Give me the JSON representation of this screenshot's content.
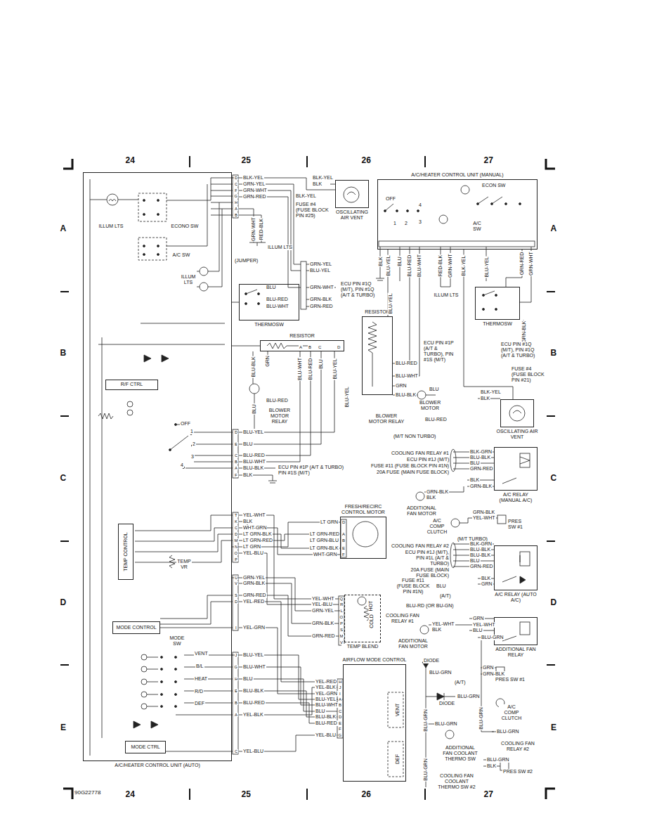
{
  "diagram": {
    "nodes": [
      {
        "text": [
          "A/C/HEATER CONTROL UNIT (AUTO)"
        ]
      },
      {
        "text": [
          "R/F CTRL"
        ],
        "in": 0
      },
      {
        "text": [
          "TEMP CONTROL"
        ],
        "in": 0
      },
      {
        "text": [
          "MODE CONTROL"
        ],
        "in": 0
      },
      {
        "text": [
          "MODE CTRL"
        ],
        "in": 0
      },
      {
        "text": [
          "OSCILLATING AIR VENT"
        ]
      },
      {
        "text": [
          "THERMOSW"
        ]
      },
      {
        "text": [
          "RESISTOR"
        ]
      },
      {
        "text": [
          "A/C/HEATER CONTROL UNIT (MANUAL)"
        ]
      },
      {
        "text": [
          "RESISTOR"
        ]
      },
      {
        "text": [
          "THERMOSW"
        ]
      },
      {
        "text": [
          "OSCILLATING AIR VENT"
        ]
      },
      {
        "text": [
          "A/C RELAY (MANUAL A/C)"
        ]
      },
      {
        "text": [
          "FRESH/RECIRC CONTROL MOTOR"
        ]
      },
      {
        "text": [
          "A/C RELAY (AUTO A/C)"
        ]
      },
      {
        "text": [
          "TEMP BLEND"
        ]
      },
      {
        "text": [
          "ADDITIONAL FAN RELAY"
        ]
      },
      {
        "text": [
          "AIRFLOW MODE CONTROL"
        ]
      }
    ],
    "edges": [
      {
        "from": 0,
        "to": 5,
        "arrow": "none"
      },
      {
        "from": 0,
        "to": 6,
        "arrow": "none"
      },
      {
        "from": 0,
        "to": 7,
        "arrow": "none"
      },
      {
        "from": 0,
        "to": 13,
        "arrow": "none"
      },
      {
        "from": 0,
        "to": 15,
        "arrow": "none"
      },
      {
        "from": 0,
        "to": 17,
        "arrow": "none"
      },
      {
        "from": 8,
        "to": 9,
        "arrow": "none"
      },
      {
        "from": 8,
        "to": 10,
        "arrow": "none"
      },
      {
        "from": 8,
        "to": 11,
        "arrow": "none"
      }
    ],
    "labels": [
      "24",
      "25",
      "26",
      "27",
      "24",
      "25",
      "26",
      "27",
      "A",
      "B",
      "C",
      "D",
      "E",
      "A",
      "B",
      "C",
      "D",
      "E",
      "90G22778",
      "ILLUM LTS",
      "ECONO SW",
      "A/C SW",
      "ILLUM LTS",
      "OFF",
      "1",
      "2",
      "3",
      "4",
      "TEMP VR",
      "MODE SW",
      "VENT",
      "B/L",
      "HEAT",
      "R/D",
      "DEF",
      "D",
      "C",
      "F",
      "G",
      "H",
      "A",
      "B",
      "D",
      "E",
      "C",
      "B",
      "A",
      "F",
      "T",
      "K",
      "C",
      "D",
      "M",
      "N",
      "O",
      "P",
      "U",
      "V",
      "S",
      "D",
      "I",
      "J",
      "G",
      "H",
      "E",
      "B",
      "A",
      "C",
      "BLK-YEL",
      "GRN-YEL",
      "GRN-WHT",
      "GRN-RED",
      "BLU-YEL",
      "BLU",
      "BLU-RED",
      "BLU-WHT",
      "BLU-BLK",
      "BLK",
      "YEL-WHT",
      "BLK",
      "WHT-GRN",
      "LT GRN-BLK",
      "LT GRN-RED",
      "LT GRN",
      "YEL-BLU",
      "GRN-YEL",
      "GRN-BLK",
      "GRN-RED",
      "YEL-RED",
      "YEL-GRN",
      "BLU-YEL",
      "BLU-WHT",
      "BLU",
      "BLU-BLK",
      "BLU-RED",
      "YEL-BLK",
      "YEL-BLU",
      "BLK-YEL",
      "BLK",
      "BLK-YEL",
      "FUSE #4 (FUSE BLOCK PIN #25)",
      "GRN-WHT",
      "RED-BLK",
      "ILLUM LTS",
      "(JUMPER)",
      "GRN-YEL",
      "BLU-YEL",
      "BLU",
      "GRN-WHT",
      "BLU-RED",
      "GRN-BLK",
      "BLU-WHT",
      "GRN-RED",
      "ECU PIN #1Q (M/T), PIN #1Q (A/T & TURBO)",
      "A",
      "B",
      "C",
      "D",
      "BLU-BLK",
      "GRN",
      "BLU-WHT",
      "BLU-RED",
      "BLU",
      "BLU-YEL",
      "BLU",
      "BLU-RED",
      "BLOWER MOTOR RELAY",
      "BLU-YEL",
      "ECU PIN #1P (A/T & TURBO) PIN #1S (M/T)",
      "ECON SW",
      "OFF",
      "1",
      "2",
      "3",
      "4",
      "A/C SW",
      "BLK",
      "BLU-YEL",
      "BLU",
      "BLU-RED",
      "BLU-WHT",
      "RED-BLK",
      "GRN-WHT",
      "BLK-YEL",
      "BLU-YEL",
      "GRN-RED",
      "GRN-WHT",
      "ILLUM LTS",
      "BLU-YEL",
      "ECU PIN #1P (A/T & TURBO), PIN #1S (M/T)",
      "BLU-RED",
      "BLU-WHT",
      "GRN",
      "BLU-BLK",
      "BLU",
      "BLOWER MOTOR",
      "BLOWER MOTOR RELAY",
      "BLU-RED",
      "GRN-BLK",
      "ECU PIN #1Q (M/T), PIN #1Q (A/T & TURBO)",
      "FUSE #4 (FUSE BLOCK PIN #21)",
      "BLK-YEL",
      "BLK",
      "(M/T NON TURBO)",
      "COOLING FAN RELAY #1",
      "ECU PIN #1J (M/T)",
      "FUSE #11 (FUSE BLOCK PIN #1N)",
      "20A FUSE (MAIN FUSE BLOCK)",
      "BLK-GRN",
      "BLU-BLK",
      "BLU",
      "GRN-RED",
      "BLK",
      "GRN-BLK",
      "GRN-BLK",
      "BLK",
      "ADDITIONAL FAN MOTOR",
      "GRN-BLK",
      "YEL-WHT",
      "A/C COMP CLUTCH",
      "PRES SW #1",
      "(M/T TURBO)",
      "COOLING FAN RELAY #2",
      "ECU PIN #1J (M/T), PIN #1L (A/T & TURBO)",
      "20A FUSE (MAIN FUSE BLOCK)",
      "BLK-GRN",
      "BLU-BLK",
      "BLU-BLK",
      "BLU",
      "GRN-RED",
      "BLK",
      "GRN",
      "FUSE #11 (FUSE BLOCK PIN #1N)",
      "BLU",
      "(A/T)",
      "BLU-RD (OR BU-GN)",
      "COOLING FAN RELAY #1",
      "YEL-WHT",
      "BLK",
      "ADDITIONAL FAN MOTOR",
      "GRN",
      "YEL-WHT",
      "BLU",
      "BLU-GRN",
      "DIODE",
      "BLU-GRN",
      "GRN",
      "GRN-BLK",
      "PRES SW #1",
      "(A/T)",
      "BLU-GRN",
      "DIODE",
      "A/C COMP CLUTCH",
      "BLU-GRN",
      "BLU-GRN",
      "BLU-GRN",
      "ADDITIONAL FAN COOLANT THERMO SW",
      "BLU-GRN",
      "COOLING FAN RELAY #2",
      "BLU-GRN",
      "BLK",
      "PRES SW #2",
      "COOLING FAN COOLANT THERMO SW #2",
      "BLU-GRN",
      "LT GRN",
      "LT GRN-RED",
      "LT GRN-BLU",
      "LT GRN-BLK",
      "WHT-GRN",
      "D",
      "A",
      "B",
      "E",
      "F",
      "YEL-WHT",
      "YEL-BLU",
      "GRN-YEL",
      "GRN-BLK",
      "GRN-RED",
      "Q",
      "R",
      "L",
      "O",
      "P",
      "S",
      "M",
      "V",
      "HOT",
      "COLD",
      "YEL-RED",
      "YEL-BLK",
      "YEL-GRN",
      "BLU-YEL",
      "BLU-WHT",
      "BLU",
      "BLU-BLK",
      "BLU-RED",
      "YEL-BLU",
      "H",
      "J",
      "I",
      "A",
      "B",
      "C",
      "D",
      "E",
      "F",
      "G",
      "VENT",
      "DEF"
    ]
  }
}
